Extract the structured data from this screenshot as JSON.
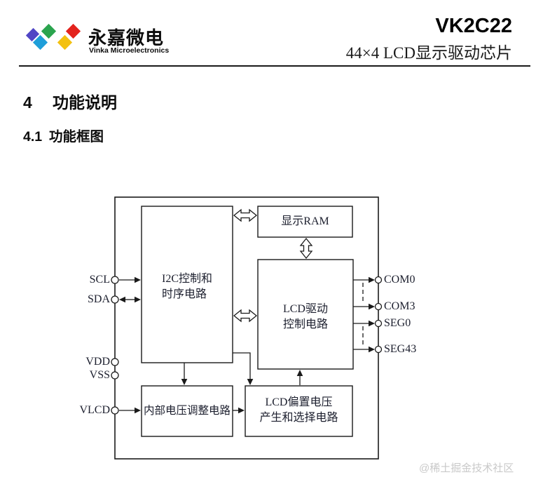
{
  "header": {
    "logo": {
      "company_cn": "永嘉微电",
      "company_en": "Vinka Microelectronics",
      "diamond_colors": [
        "#5146c5",
        "#2ba44e",
        "#e3231d",
        "#1f9ed9",
        "#f3c110"
      ]
    },
    "part_number": "VK2C22",
    "subtitle": "44×4 LCD显示驱动芯片"
  },
  "sections": {
    "h1": {
      "number": "4",
      "title": "功能说明"
    },
    "h2": {
      "number": "4.1",
      "title": "功能框图"
    }
  },
  "diagram": {
    "line_color": "#1a1a1a",
    "blocks": {
      "i2c": {
        "line1": "I2C控制和",
        "line2": "时序电路"
      },
      "ram": {
        "label": "显示RAM"
      },
      "lcd_drive": {
        "line1": "LCD驱动",
        "line2": "控制电路"
      },
      "internal_voltage": {
        "label": "内部电压调整电路"
      },
      "bias": {
        "line1": "LCD偏置电压",
        "line2": "产生和选择电路"
      }
    },
    "pins_left": [
      "SCL",
      "SDA",
      "VDD",
      "VSS",
      "VLCD"
    ],
    "pins_right": [
      "COM0",
      "COM3",
      "SEG0",
      "SEG43"
    ]
  },
  "watermark": "@稀土掘金技术社区"
}
